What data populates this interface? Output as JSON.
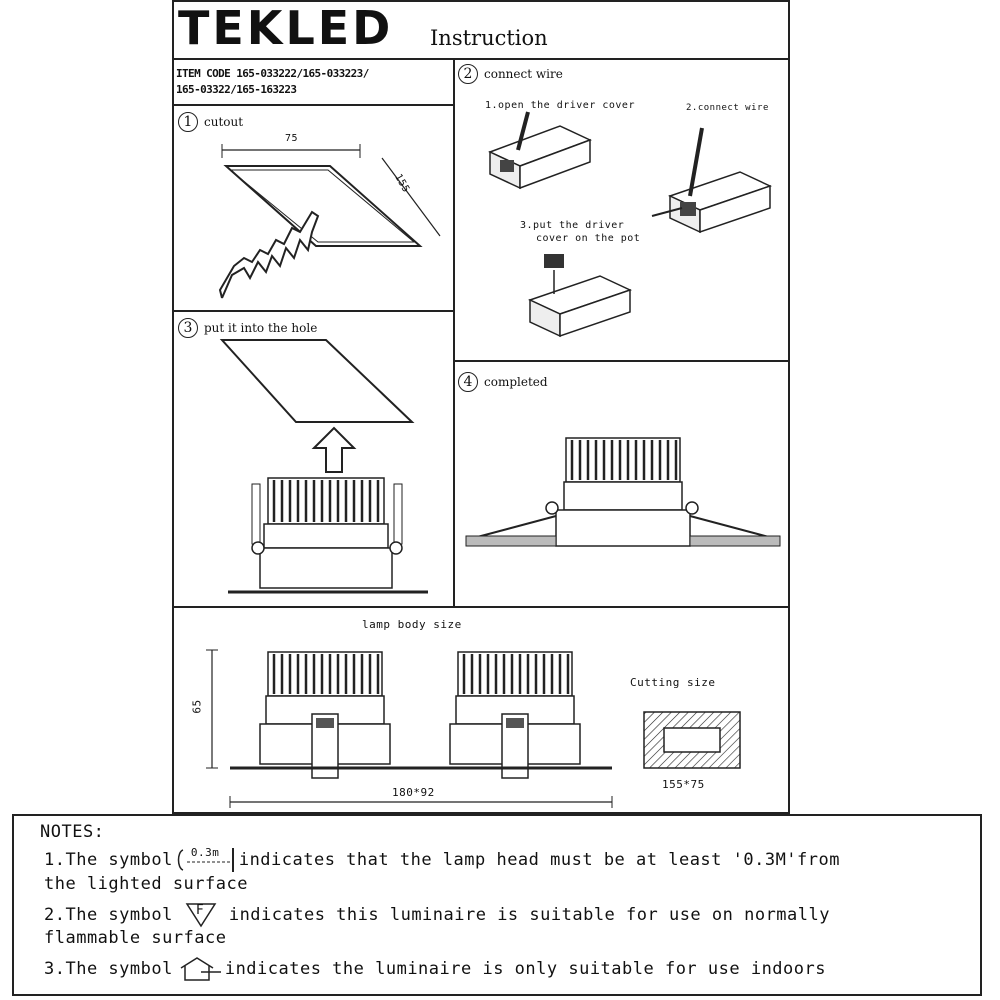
{
  "header": {
    "logo_text": "TEKLED",
    "title": "Instruction",
    "item_code_line1": "ITEM CODE 165-033222/165-033223/",
    "item_code_line2": "165-03322/165-163223"
  },
  "steps": {
    "s1": {
      "num": "1",
      "label": "cutout",
      "dim_width": "75",
      "dim_length": "155"
    },
    "s2": {
      "num": "2",
      "label": "connect wire",
      "sub1": "1.open the driver cover",
      "sub2": "2.connect wire",
      "sub3_line1": "3.put the driver",
      "sub3_line2": "cover on the pot"
    },
    "s3": {
      "num": "3",
      "label": "put it into the hole"
    },
    "s4": {
      "num": "4",
      "label": "completed"
    }
  },
  "lamp_body": {
    "label": "lamp body size",
    "height_dim": "65",
    "width_dim": "180*92",
    "cutting_label": "Cutting size",
    "cutting_dim": "155*75"
  },
  "notes": {
    "heading": "NOTES:",
    "n1_a": "1.The symbol",
    "n1_sym": "0.3m",
    "n1_b": "indicates that the lamp head must be at least '0.3M'from",
    "n1_c": "the lighted surface",
    "n2_a": "2.The symbol",
    "n2_sym": "F",
    "n2_b": "indicates this luminaire is suitable for use on normally",
    "n2_c": "flammable surface",
    "n3_a": "3.The symbol",
    "n3_b": "indicates the luminaire is only suitable for use indoors"
  }
}
